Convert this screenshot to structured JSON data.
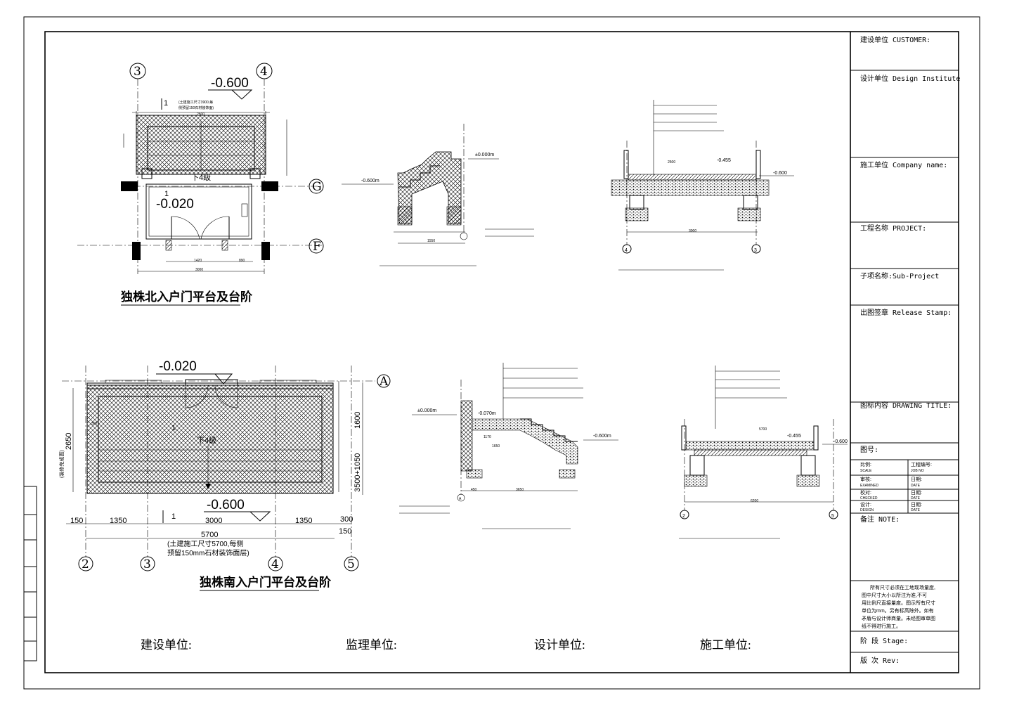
{
  "title_block": {
    "customer": "建设单位 CUSTOMER:",
    "design_institute": "设计单位 Design Institute",
    "company": "施工单位 Company name:",
    "project": "工程名称 PROJECT:",
    "sub_project": "子项名称:Sub-Project",
    "release_stamp": "出图签章 Release Stamp:",
    "drawing_title": "图标内容 DRAWING TITLE:",
    "drawing_no": "图号:",
    "scale": "比例:",
    "scale_en": "SCALE",
    "job_no": "工程编号:",
    "job_no_en": "JOB NO",
    "examined": "审核:",
    "examined_en": "EXAMINED",
    "date1": "日期:",
    "date1_en": "DATE",
    "checked": "校对:",
    "checked_en": "CHECKED",
    "date2": "日期:",
    "date2_en": "DATE",
    "design": "设计:",
    "design_en": "DESIGN",
    "date3": "日期:",
    "date3_en": "DATE",
    "note": "备注 NOTE:",
    "note_text": [
      "所有尺寸必须在工地现场量度,",
      "图中尺寸大小以所注为准,不可",
      "用比例尺直接量度。图示所有尺寸",
      "单位为mm。另有标高除外。如有",
      "矛盾与设计师商量。未经图审单图",
      "纸不得进行施工。"
    ],
    "stage": "阶 段 Stage:",
    "rev": "版 次 Rev:"
  },
  "signatures": {
    "owner": "建设单位:",
    "supervisor": "监理单位:",
    "designer": "设计单位:",
    "builder": "施工单位:"
  },
  "north_plan": {
    "title": "独株北入户门平台及台阶",
    "axis_3": "3",
    "axis_4": "4",
    "axis_g": "G",
    "axis_f": "F",
    "level_top": "-0.600",
    "level_inner": "-0.020",
    "step_label": "下4级",
    "mark_1": "1",
    "dim_3000": "3000",
    "dim_1420": "1420",
    "dim_890": "890",
    "dim_2500": "2500",
    "note_top": "(土建施工尺寸3900,每",
    "note_top2": "侧预留150石材装饰面)"
  },
  "south_plan": {
    "title": "独株南入户门平台及台阶",
    "axis_a": "A",
    "axis_2": "2",
    "axis_3": "3",
    "axis_4": "4",
    "axis_5": "5",
    "level_top": "-0.020",
    "level_bottom": "-0.600",
    "step_label": "下4级",
    "mark_1": "1",
    "mark_1b": "1",
    "dim_150a": "150",
    "dim_1350a": "1350",
    "dim_3000": "3000",
    "dim_1350b": "1350",
    "dim_300": "300",
    "dim_150b": "150",
    "dim_5700": "5700",
    "dim_1600": "1600",
    "dim_3500": "3500+1050",
    "dim_2650": "2650",
    "side_note": "(装修完成面)",
    "note1": "(土建施工尺寸5700,每侧",
    "note2": "预留150mm石材装饰面层)"
  },
  "sections": {
    "s1_level_a": "±0.000m",
    "s1_level_b": "-0.600m",
    "s1_dim": "1550",
    "s2_level_a": "-0.455",
    "s2_level_b": "-0.600",
    "s2_dim_a": "2500",
    "s2_dim_b": "3000",
    "s2_axis_a": "4",
    "s2_axis_b": "3",
    "s3_level_a": "±0.000m",
    "s3_level_b": "-0.070m",
    "s3_level_c": "-0.600m",
    "s3_dim_a": "1170",
    "s3_dim_b": "1650",
    "s3_dim_c": "3650",
    "s3_dim_d": "450",
    "s3_axis": "A",
    "s4_level_a": "-0.455",
    "s4_level_b": "-0.600",
    "s4_dim_a": "5700",
    "s4_dim_b": "6200",
    "s4_axis_a": "2",
    "s4_axis_b": "5"
  },
  "colors": {
    "line": "#000000",
    "paper": "#ffffff"
  }
}
